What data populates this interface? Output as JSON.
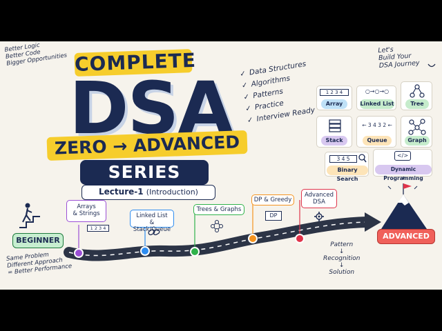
{
  "left_notes": [
    "Better Logic",
    "Better Code",
    "Bigger Opportunities"
  ],
  "title": {
    "line1": "COMPLETE",
    "line2": "DSA",
    "line3": "ZERO → ADVANCED",
    "line4": "SERIES",
    "lecture": "Lecture-1",
    "lecture_sub": "(Introduction)"
  },
  "checklist": [
    "Data Structures",
    "Algorithms",
    "Patterns",
    "Practice",
    "Interview Ready"
  ],
  "journey": [
    "Let's",
    "Build Your",
    "DSA Journey"
  ],
  "ds_cards": [
    {
      "label": "Array",
      "glyph": "1 2 3 4"
    },
    {
      "label": "Linked List",
      "glyph": "○→○→○"
    },
    {
      "label": "Tree",
      "glyph": ""
    },
    {
      "label": "Stack",
      "glyph": ""
    },
    {
      "label": "Queue",
      "glyph": "← 3 4 3 2 ←"
    },
    {
      "label": "Graph",
      "glyph": ""
    },
    {
      "label": "Binary Search",
      "glyph": "3 4 5"
    },
    {
      "label": "Dynamic Programming",
      "glyph": "</>"
    }
  ],
  "milestones": {
    "beginner": "BEGINNER",
    "arrays": "Arrays\n& Strings",
    "arrays_glyph": "1 2 3 4",
    "linked": "Linked List\n& Stack/Queue",
    "trees": "Trees & Graphs",
    "dp": "DP & Greedy",
    "dp_glyph": "DP",
    "adv_dsa": "Advanced\nDSA",
    "advanced": "ADVANCED"
  },
  "bottom_left": [
    "Same Problem",
    "Different Approach",
    "= Better Performance"
  ],
  "pattern_flow": [
    "Pattern",
    "↓",
    "Recognition",
    "↓",
    "Solution"
  ],
  "colors": {
    "yellow": "#f6cd2c",
    "navy": "#1b2a52",
    "purple": "#9b4fd6",
    "blue": "#2d8cf0",
    "green": "#2fb24a",
    "orange": "#f5931f",
    "red": "#e0334a"
  }
}
